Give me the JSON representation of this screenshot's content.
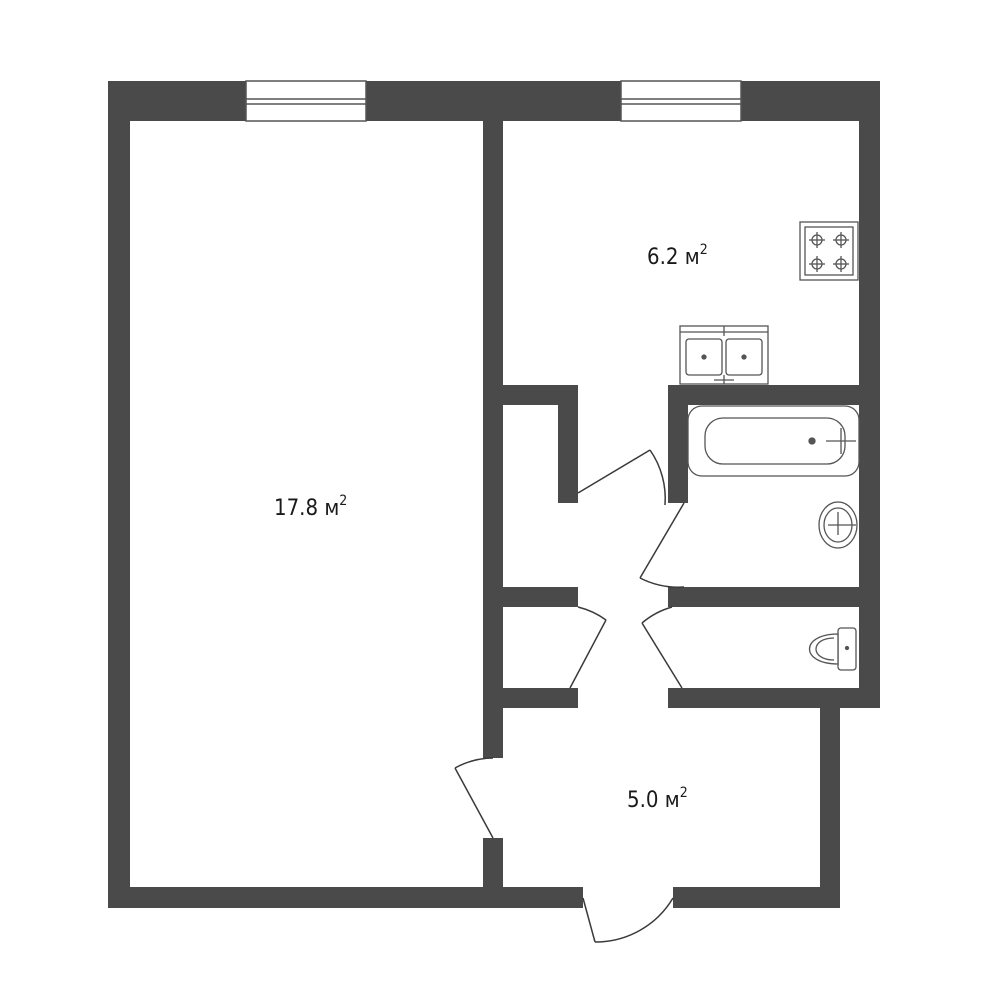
{
  "colors": {
    "wall": "#4a4a4a",
    "floor": "#ffffff",
    "fixture_stroke": "#555555",
    "door_stroke": "#3a3a3a"
  },
  "rooms": [
    {
      "id": "living-room",
      "area": "17.8 м",
      "sup": "2"
    },
    {
      "id": "kitchen",
      "area": "6.2 м",
      "sup": "2"
    },
    {
      "id": "hallway",
      "area": "5.0 м",
      "sup": "2"
    }
  ],
  "fixtures": [
    "stove-icon",
    "double-sink-icon",
    "bathtub-icon",
    "washbasin-icon",
    "toilet-icon"
  ]
}
